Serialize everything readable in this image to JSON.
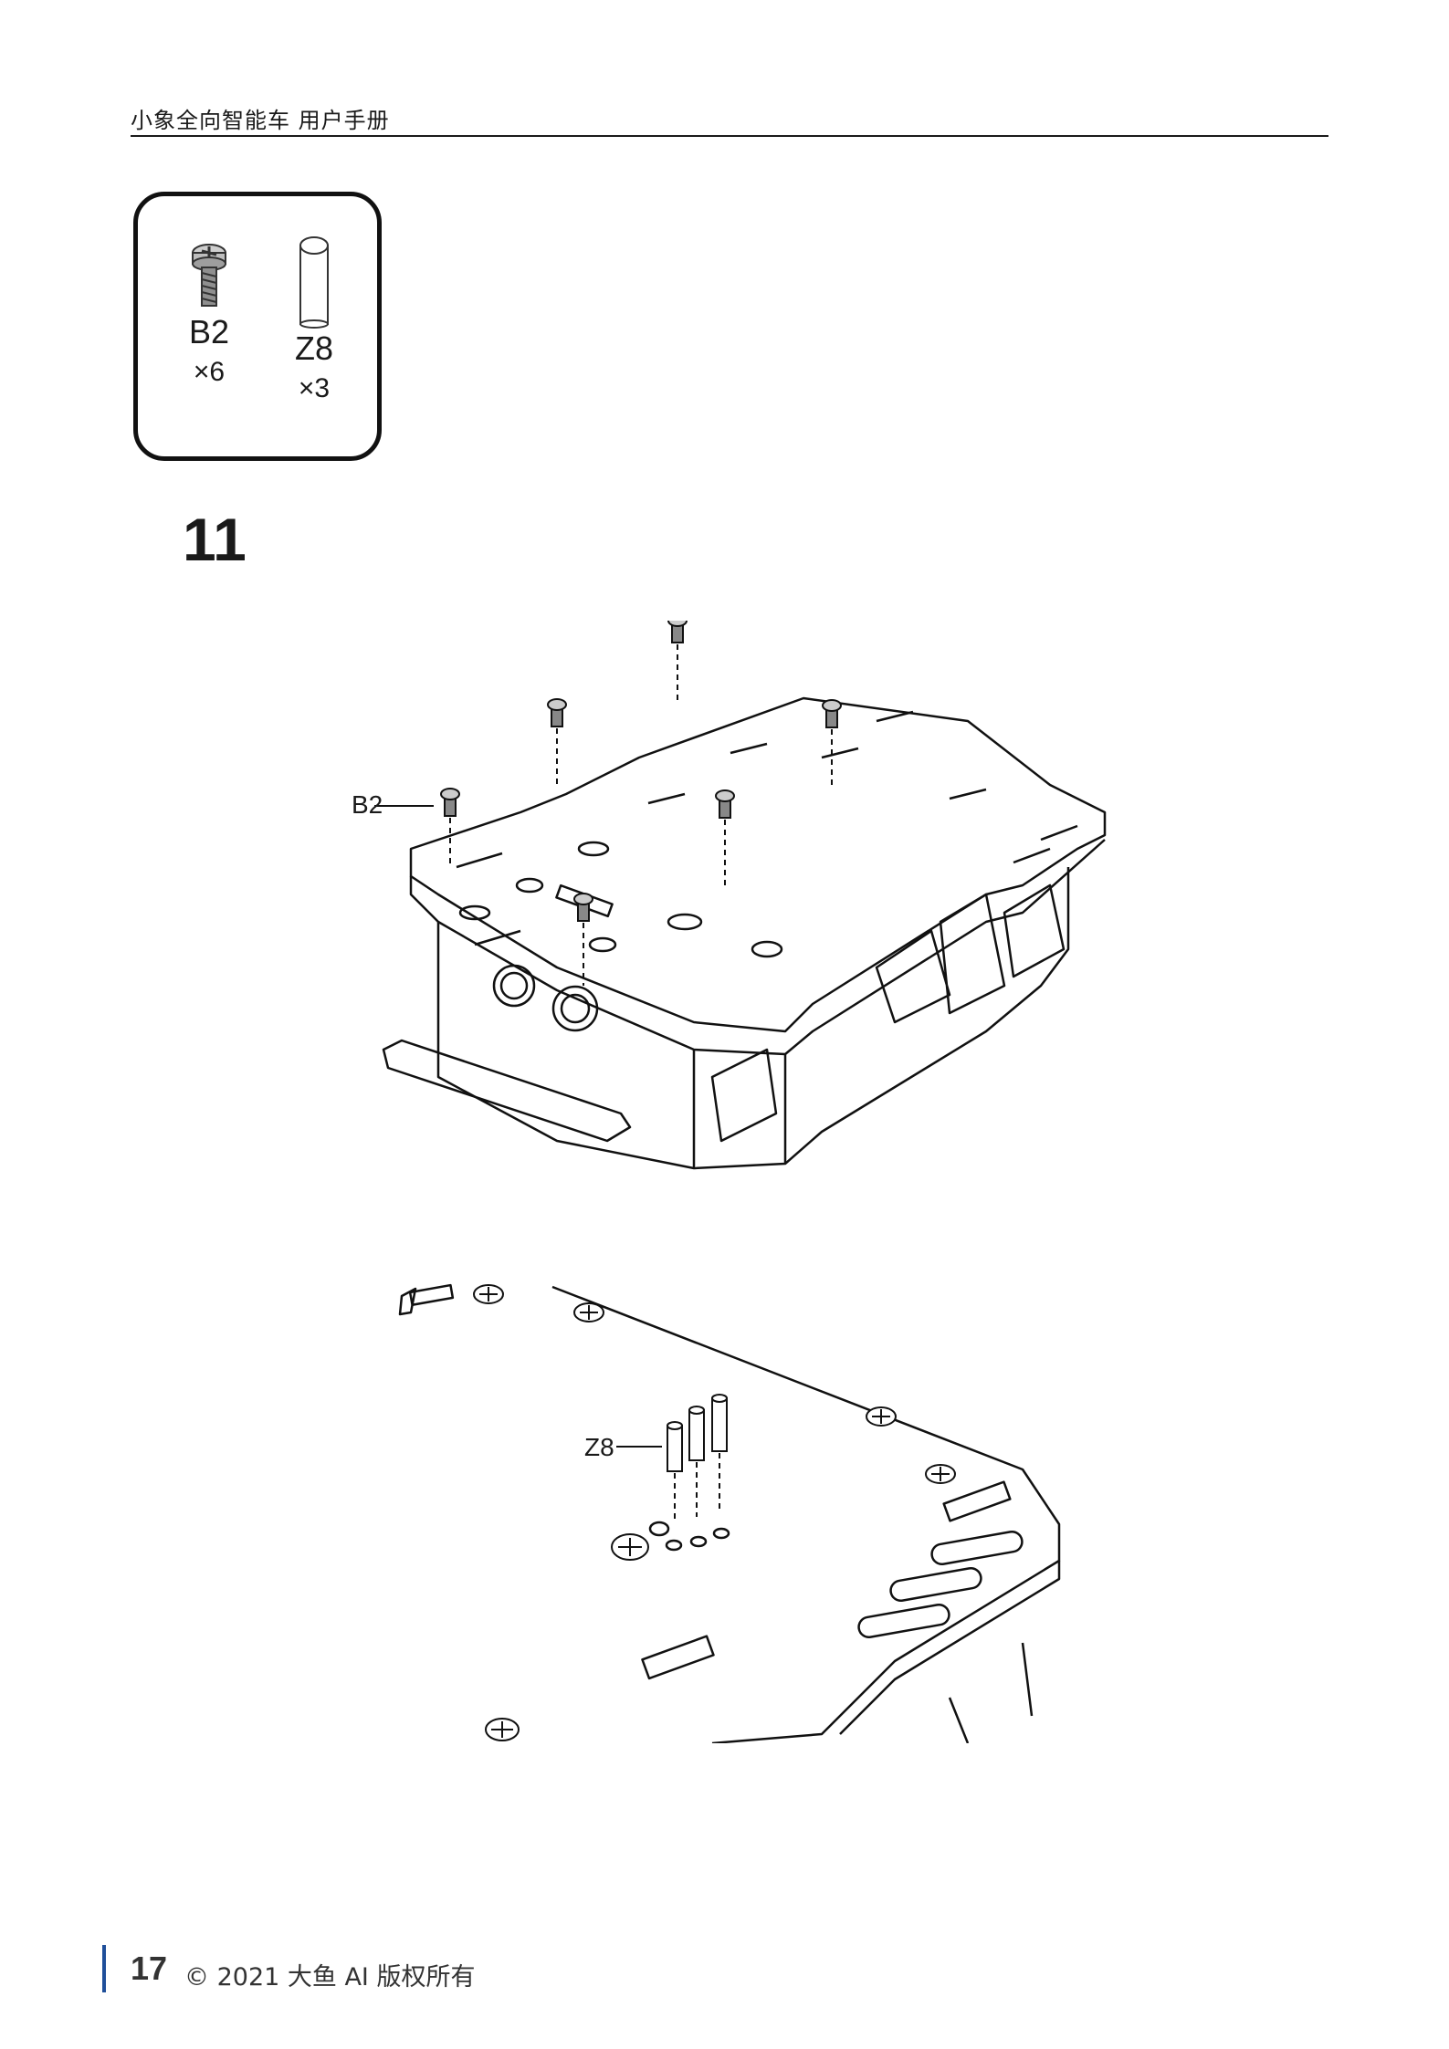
{
  "header": {
    "title": "小象全向智能车  用户手册"
  },
  "parts": [
    {
      "id": "B2",
      "label": "B2",
      "qty": "×6",
      "icon": "screw-icon"
    },
    {
      "id": "Z8",
      "label": "Z8",
      "qty": "×3",
      "icon": "pin-icon"
    }
  ],
  "step": {
    "number": "11"
  },
  "callouts": {
    "top": "B2",
    "bottom": "Z8"
  },
  "footer": {
    "page": "17",
    "copyright": "© 2021 大鱼 AI  版权所有"
  },
  "colors": {
    "accent": "#1f4f9a",
    "ink": "#1a1a1a"
  }
}
